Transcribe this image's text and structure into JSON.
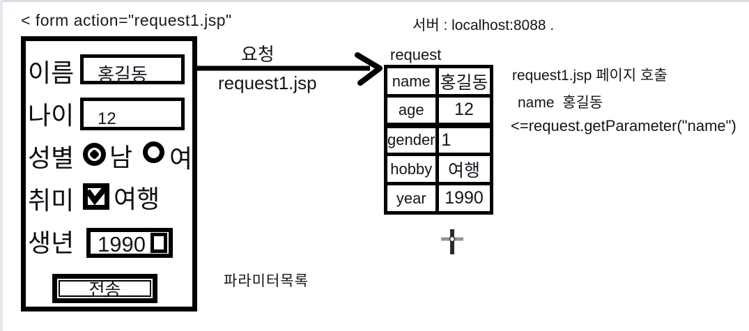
{
  "page": {
    "form_code": "< form action=\"request1.jsp\"",
    "server_note": "서버 : localhost:8088 .",
    "bottom_note": "파라미터목록"
  },
  "form": {
    "fields": {
      "name": {
        "label": "이름",
        "value": "홍길동"
      },
      "age": {
        "label": "나이",
        "value": "12"
      },
      "gender": {
        "label": "성별",
        "option_male": "남",
        "option_female": "여",
        "selected": "남"
      },
      "hobby": {
        "label": "취미",
        "value": "여행",
        "checked": "true"
      },
      "year": {
        "label": "생년",
        "value": "1990"
      }
    },
    "submit_label": "전송"
  },
  "arrow": {
    "label_top": "요청",
    "label_bottom": "request1.jsp"
  },
  "request_table": {
    "title": "request",
    "rows": [
      {
        "key": "name",
        "value": "홍길동"
      },
      {
        "key": "age",
        "value": "12"
      },
      {
        "key": "gender",
        "value": "1"
      },
      {
        "key": "hobby",
        "value": "여행"
      },
      {
        "key": "year",
        "value": "1990"
      }
    ]
  },
  "notes": {
    "line1": "request1.jsp 페이지 호출",
    "line2": "name  홍길동",
    "line3": "<=request.getParameter(\"name\")"
  },
  "colors": {
    "ink": "#000000",
    "text": "#14141c",
    "edge": "#d9dde6"
  }
}
